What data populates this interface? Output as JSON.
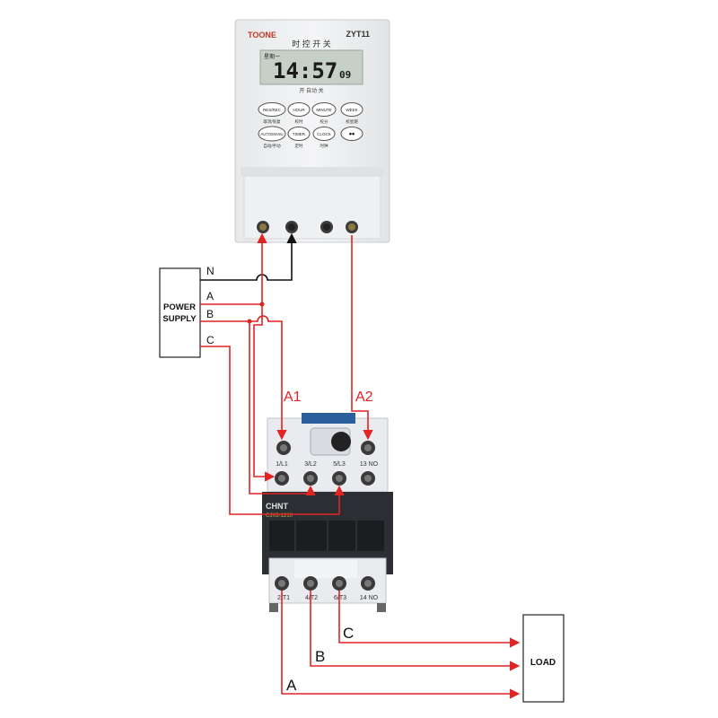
{
  "timer": {
    "brand": "TOONE",
    "model": "ZYT11",
    "subtitle": "时 控 开 关",
    "day": "星期一",
    "time": "14:57",
    "seconds": "09",
    "status": "开   自动   关",
    "buttons": [
      {
        "label": "RES/REC",
        "caption": "取消/恢复"
      },
      {
        "label": "HOUR",
        "caption": "校时"
      },
      {
        "label": "MINUTE",
        "caption": "校分"
      },
      {
        "label": "WEEK",
        "caption": "校星期"
      },
      {
        "label": "AUTO/MANU",
        "caption": "自动/手动"
      },
      {
        "label": "TIMER",
        "caption": "定时"
      },
      {
        "label": "CLOCK",
        "caption": "时钟"
      },
      {
        "label": "••",
        "caption": ""
      }
    ]
  },
  "power_supply": {
    "label_line1": "POWER",
    "label_line2": "SUPPLY",
    "terminals": [
      "N",
      "A",
      "B",
      "C"
    ]
  },
  "contactor": {
    "brand": "CHNT",
    "model": "CJX2-1210",
    "coil_labels": [
      "A1",
      "A2"
    ],
    "top_terminals": [
      "1/L1",
      "3/L2",
      "5/L3",
      "13 NO"
    ],
    "bottom_terminals": [
      "2/T1",
      "4/T2",
      "6/T3",
      "14 NO"
    ]
  },
  "load": {
    "label": "LOAD",
    "lines": [
      "C",
      "B",
      "A"
    ]
  },
  "colors": {
    "wire_red": "#e02424",
    "wire_black": "#111111",
    "lcd": "#c9d3c9",
    "contactor_body": "#2b2e33"
  }
}
